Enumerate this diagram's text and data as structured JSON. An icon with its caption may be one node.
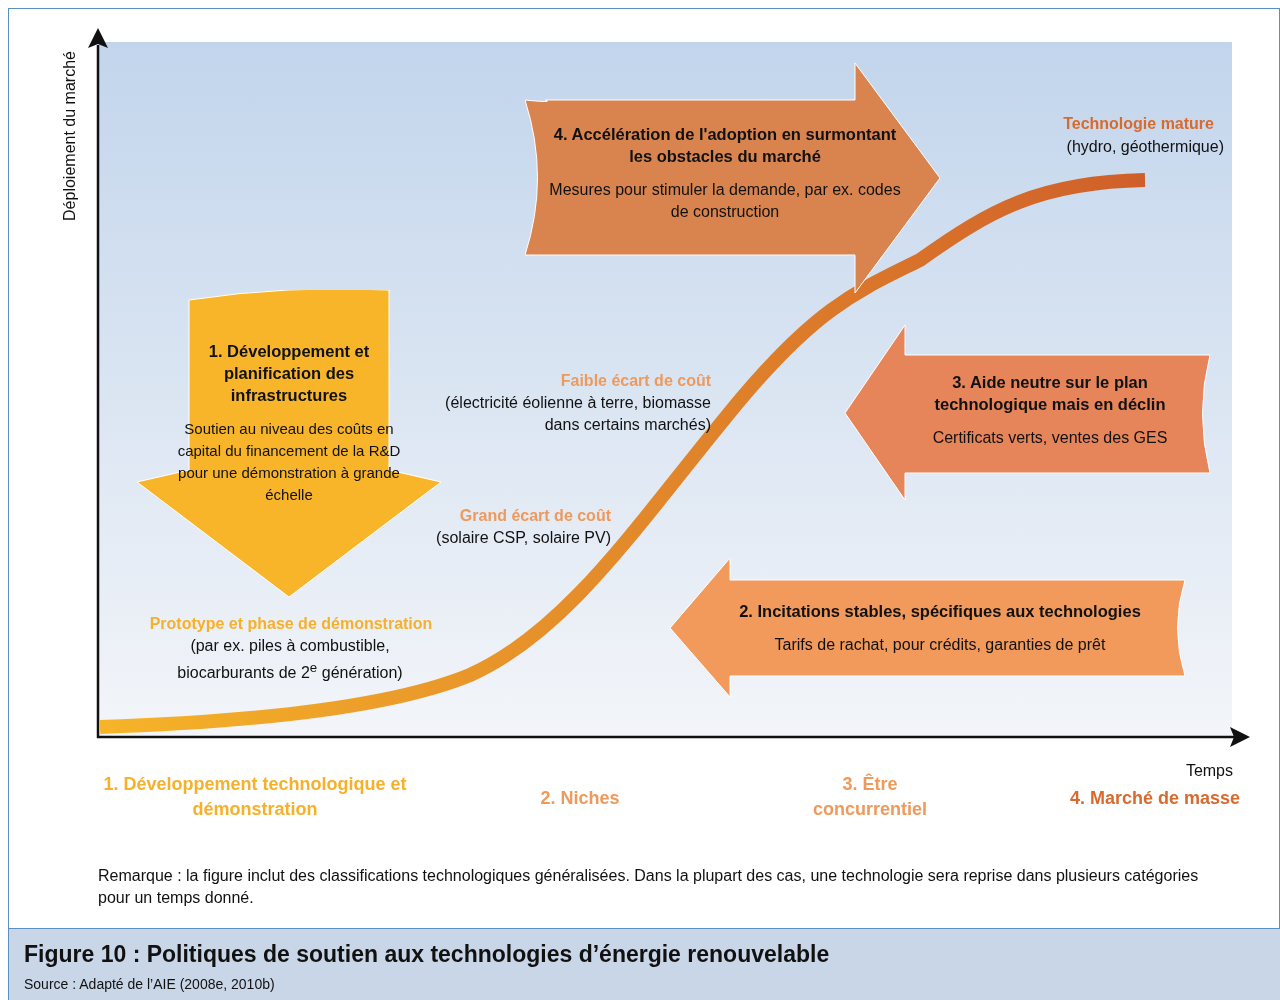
{
  "diagram": {
    "title": "Figure 10 : Politiques de soutien aux technologies d’énergie renouvelable",
    "caption": "Source : Adapté de l’AIE (2008e, 2010b)",
    "nodes": [
      {
        "text": [
          "4. Accélération de l'adoption en surmontant les obstacles du marché",
          "Mesures pour stimuler la demande, par ex. codes de construction"
        ]
      },
      {
        "text": [
          "1. Développement et planification des infrastructures",
          "Soutien au niveau des coûts en capital du financement de la R&D pour une démonstration à grande échelle"
        ]
      },
      {
        "text": [
          "3. Aide neutre sur le plan technologique mais en déclin",
          "Certificats verts, ventes des GES"
        ]
      },
      {
        "text": [
          "2. Incitations stables, spécifiques aux technologies",
          "Tarifs de rachat, pour crédits, garanties de prêt"
        ]
      }
    ],
    "labels": [
      "Déploiement du marché",
      "Technologie mature",
      "(hydro, géothermique)",
      "Faible écart de coût",
      "(électricité éolienne à terre, biomasse dans certains marchés)",
      "Grand écart de coût",
      "(solaire CSP, solaire PV)",
      "Prototype et phase de démonstration",
      "(par ex. piles à combustible, biocarburants de 2$^{e}$ génération)",
      "Temps",
      "1. Développement technologique et démonstration",
      "2. Niches",
      "3. Être concurrentiel",
      "4. Marché de masse",
      "Remarque : la figure inclut des classifications technologiques généralisées. Dans la plupart des cas, une technologie sera reprise dans plusieurs catégories pour un temps donné."
    ]
  }
}
